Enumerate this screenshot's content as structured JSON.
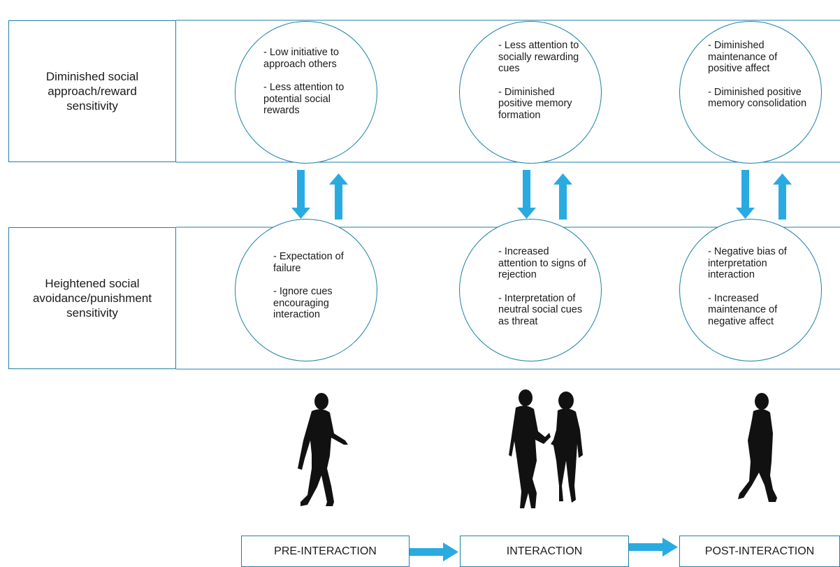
{
  "rows": [
    {
      "label": "Diminished social approach/reward sensitivity"
    },
    {
      "label": "Heightened social avoidance/punishment sensitivity"
    }
  ],
  "circles": {
    "pre_top": [
      "- Low initiative to approach others",
      "- Less attention to potential social rewards"
    ],
    "int_top": [
      "- Less attention to socially rewarding cues",
      "- Diminished positive memory formation"
    ],
    "post_top": [
      "- Diminished maintenance of positive affect",
      "- Diminished positive memory consolidation"
    ],
    "pre_bottom": [
      "- Expectation of failure",
      "- Ignore cues encouraging interaction"
    ],
    "int_bottom": [
      "- Increased attention to signs of rejection",
      "- Interpretation of neutral social cues as threat"
    ],
    "post_bottom": [
      "- Negative bias of interpretation interaction",
      "- Increased maintenance of negative affect"
    ]
  },
  "stages": [
    "PRE-INTERACTION",
    "INTERACTION",
    "POST-INTERACTION"
  ],
  "colors": {
    "accent": "#1e7fa8",
    "arrow": "#29abe2",
    "silhouette": "#111111"
  },
  "icons": [
    "walking-person-icon",
    "two-people-talking-icon",
    "walking-away-person-icon",
    "arrow-down-icon",
    "arrow-up-icon",
    "arrow-right-icon"
  ]
}
